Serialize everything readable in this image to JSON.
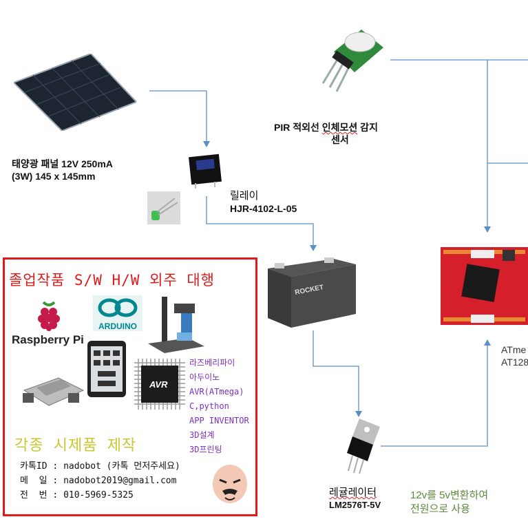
{
  "components": {
    "solar_panel": {
      "label_line1": "태양광 패널 12V 250mA",
      "label_line2": "(3W) 145 x 145mm"
    },
    "relay": {
      "name": "릴레이",
      "model": "HJR-4102-L-05"
    },
    "pir": {
      "label_line1": "PIR 적외선 인체모션 감지",
      "label_line2": "센서",
      "underlined": "인체모션"
    },
    "battery": {
      "brand": "ROCKET"
    },
    "atmega": {
      "label_line1": "ATme",
      "label_line2": "AT128"
    },
    "regulator": {
      "name": "레귤레이터",
      "model": "LM2576T-5V"
    },
    "note": {
      "line1": "12v를 5v변환하여",
      "line2": "전원으로 사용",
      "color": "#5a8a3a"
    }
  },
  "ad": {
    "title": "졸업작품 S/W H/W 외주 대행",
    "logos": {
      "raspberry": "Raspberry Pi",
      "arduino": "ARDUINO",
      "avr": "AVR"
    },
    "services": [
      "라즈베리파이",
      "아두이노",
      "AVR(ATmega)",
      "C,python",
      "APP INVENTOR",
      "3D설계",
      "3D프린팅"
    ],
    "subtitle": "각종 시제품 제작",
    "contacts": [
      {
        "key": "카톡ID",
        "value": "nadobot (카톡 먼저주세요)"
      },
      {
        "key": "메  일",
        "value": "nadobot2019@gmail.com"
      },
      {
        "key": "전  번",
        "value": "010-5969-5325"
      }
    ],
    "colors": {
      "border": "#e01919",
      "title": "#e01919",
      "services": "#7b2fbf",
      "subtitle": "#c8c832"
    }
  },
  "colors": {
    "wire": "#5b8fc9"
  }
}
